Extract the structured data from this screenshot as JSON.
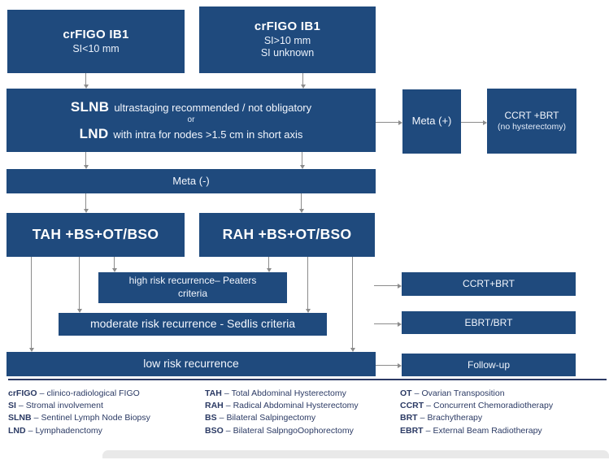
{
  "colors": {
    "box_bg": "#1f4a7d",
    "box_text": "#ffffff",
    "arrow": "#8c8c8c",
    "legend_text": "#2b3a64"
  },
  "boxes": {
    "crfigo_small": {
      "title": "crFIGO IB1",
      "sub1": "SI<10 mm"
    },
    "crfigo_large": {
      "title": "crFIGO IB1",
      "sub1": "SI>10 mm",
      "sub2": "SI unknown"
    },
    "nodal": {
      "term1": "SLNB",
      "text1": "ultrastaging recommended / not obligatory",
      "or": "or",
      "term2": "LND",
      "text2": "with intra for nodes >1.5 cm in short axis"
    },
    "meta_pos": {
      "label": "Meta (+)"
    },
    "ccrt_no_hyst": {
      "line1": "CCRT +BRT",
      "line2": "(no hysterectomy)"
    },
    "meta_neg": {
      "label": "Meta (-)"
    },
    "tah": {
      "label": "TAH +BS+OT/BSO"
    },
    "rah": {
      "label": "RAH +BS+OT/BSO"
    },
    "high_risk": {
      "label": "high risk recurrence– Peaters criteria"
    },
    "moderate_risk": {
      "label": "moderate risk recurrence - Sedlis criteria"
    },
    "low_risk": {
      "label": "low risk recurrence"
    },
    "ccrt_brt": {
      "label": "CCRT+BRT"
    },
    "ebrt_brt": {
      "label": "EBRT/BRT"
    },
    "follow_up": {
      "label": "Follow-up"
    }
  },
  "legend": {
    "dash": "–",
    "columns": [
      {
        "items": [
          {
            "term": "crFIGO",
            "definition": "clinico-radiological FIGO"
          },
          {
            "term": "SI",
            "definition": "Stromal involvement"
          },
          {
            "term": "SLNB",
            "definition": "Sentinel Lymph Node Biopsy"
          },
          {
            "term": "LND",
            "definition": "Lymphadenctomy"
          }
        ]
      },
      {
        "items": [
          {
            "term": "TAH",
            "definition": "Total Abdominal Hysterectomy"
          },
          {
            "term": "RAH",
            "definition": "Radical Abdominal Hysterectomy"
          },
          {
            "term": "BS",
            "definition": "Bilateral Salpingectomy"
          },
          {
            "term": "BSO",
            "definition": "Bilateral SalpngoOophorectomy"
          }
        ]
      },
      {
        "items": [
          {
            "term": "OT",
            "definition": "Ovarian Transposition"
          },
          {
            "term": "CCRT",
            "definition": "Concurrent Chemoradiotherapy"
          },
          {
            "term": "BRT",
            "definition": "Brachytherapy"
          },
          {
            "term": "EBRT",
            "definition": "External Beam Radiotherapy"
          }
        ]
      }
    ]
  }
}
